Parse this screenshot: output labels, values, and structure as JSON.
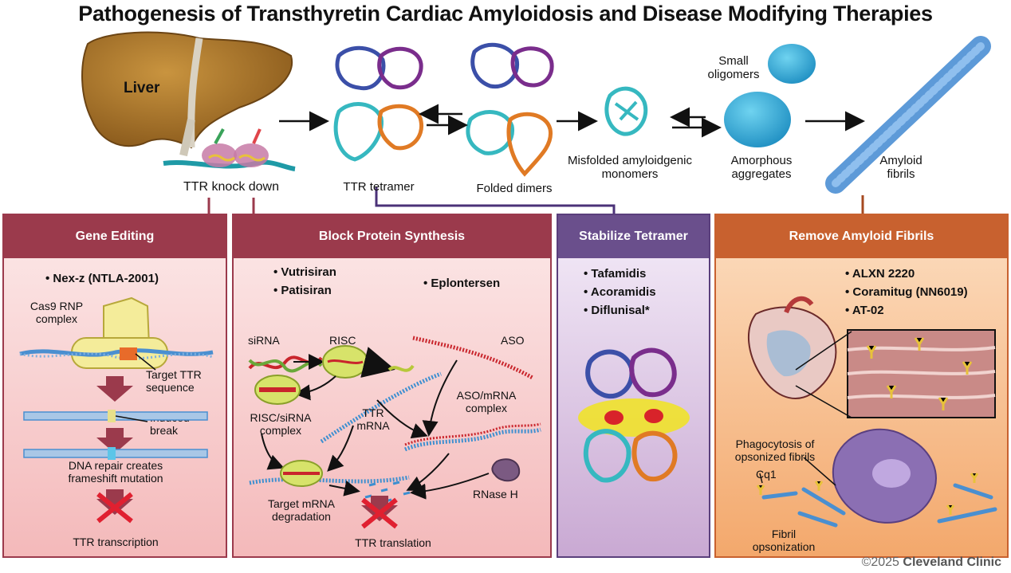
{
  "title": "Pathogenesis of Transthyretin Cardiac Amyloidosis and Disease Modifying Therapies",
  "pathway": {
    "liver": "Liver",
    "knockdown": "TTR knock down",
    "tetramer": "TTR tetramer",
    "dimers": "Folded dimers",
    "monomers": [
      "Misfolded amyloidgenic",
      "monomers"
    ],
    "oligomers": [
      "Small",
      "oligomers"
    ],
    "aggregates": [
      "Amorphous",
      "aggregates"
    ],
    "fibrils": [
      "Amyloid",
      "fibrils"
    ]
  },
  "panels": {
    "gene_editing": {
      "title": "Gene Editing",
      "drugs": [
        "Nex-z (NTLA-2001)"
      ],
      "labels": {
        "cas9": [
          "Cas9 RNP",
          "complex"
        ],
        "target": [
          "Target TTR",
          "sequence"
        ],
        "break": [
          "Induced",
          "break"
        ],
        "repair": [
          "DNA repair creates",
          "frameshift mutation"
        ],
        "result": "TTR transcription"
      }
    },
    "block_synthesis": {
      "title": "Block Protein Synthesis",
      "drugs_a": [
        "Vutrisiran",
        "Patisiran"
      ],
      "drugs_b": [
        "Eplontersen"
      ],
      "labels": {
        "sirna": "siRNA",
        "risc": "RISC",
        "aso": "ASO",
        "risc_complex": [
          "RISC/siRNA",
          "complex"
        ],
        "ttr_mrna": [
          "TTR",
          "mRNA"
        ],
        "aso_complex": [
          "ASO/mRNA",
          "complex"
        ],
        "rnase": "RNase H",
        "degradation": [
          "Target mRNA",
          "degradation"
        ],
        "result": "TTR translation"
      }
    },
    "stabilize": {
      "title": "Stabilize Tetramer",
      "drugs": [
        "Tafamidis",
        "Acoramidis",
        "Diflunisal*"
      ]
    },
    "remove": {
      "title": "Remove Amyloid Fibrils",
      "drugs": [
        "ALXN 2220",
        "Coramitug (NN6019)",
        "AT-02"
      ],
      "labels": {
        "phago": [
          "Phagocytosis of",
          "opsonized fibrils"
        ],
        "cq1": "Cq1",
        "opson": [
          "Fibril",
          "opsonization"
        ]
      }
    }
  },
  "copyright": {
    "year": "©2025",
    "org": "Cleveland Clinic"
  },
  "colors": {
    "gene": "#9b3a4c",
    "block": "#9b3a4c",
    "stab": "#6a4f8c",
    "remove": "#c8612f"
  }
}
